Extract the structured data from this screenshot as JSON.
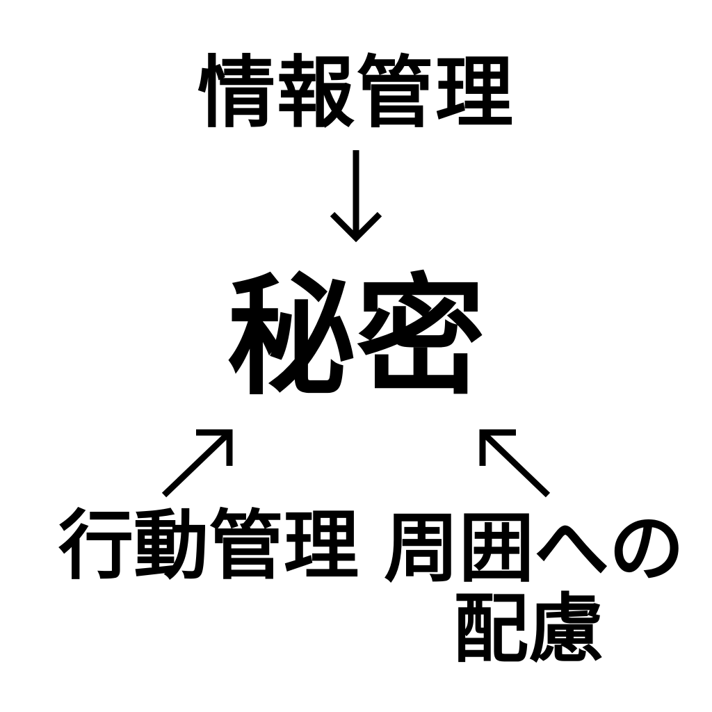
{
  "diagram": {
    "top": {
      "label": "情報管理",
      "arrow": "↓"
    },
    "center": {
      "label": "秘密"
    },
    "bottom_left": {
      "label": "行動管理",
      "arrow": "↗"
    },
    "bottom_right": {
      "label_line1": "周囲への",
      "label_line2": "配慮",
      "arrow": "↖"
    }
  },
  "colors": {
    "ink": "#000000",
    "background": "#ffffff"
  }
}
